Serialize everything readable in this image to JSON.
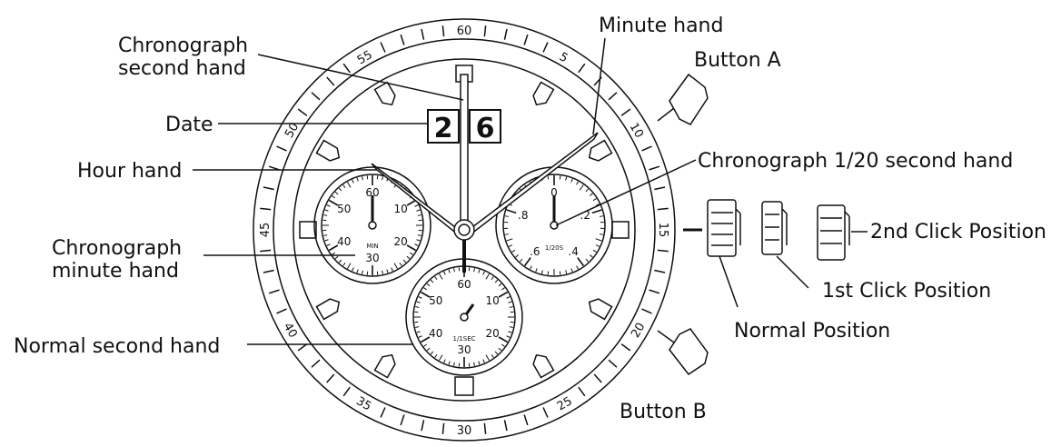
{
  "labels": {
    "chrono_second": [
      "Chronograph",
      "second hand"
    ],
    "date": "Date",
    "hour": "Hour hand",
    "chrono_minute": [
      "Chronograph",
      "minute hand"
    ],
    "normal_second": "Normal second hand",
    "minute": "Minute hand",
    "button_a": "Button A",
    "chrono_20": "Chronograph 1/20 second hand",
    "click2": "2nd Click Position",
    "click1": "1st Click Position",
    "normal_pos": "Normal Position",
    "button_b": "Button B"
  },
  "date_digits": [
    "2",
    "6"
  ],
  "bezel_numbers": [
    "60",
    "5",
    "10",
    "15",
    "20",
    "25",
    "30",
    "35",
    "40",
    "45",
    "50",
    "55"
  ],
  "subdials": {
    "left": {
      "numbers": [
        "60",
        "10",
        "20",
        "30",
        "40",
        "50"
      ],
      "caption": "MIN"
    },
    "right": {
      "numbers": [
        "0",
        ".2",
        ".4",
        ".6",
        ".8"
      ],
      "caption": "1/20S"
    },
    "bottom": {
      "numbers": [
        "60",
        "10",
        "20",
        "30",
        "40",
        "50"
      ],
      "caption": "1/1SEC"
    }
  }
}
